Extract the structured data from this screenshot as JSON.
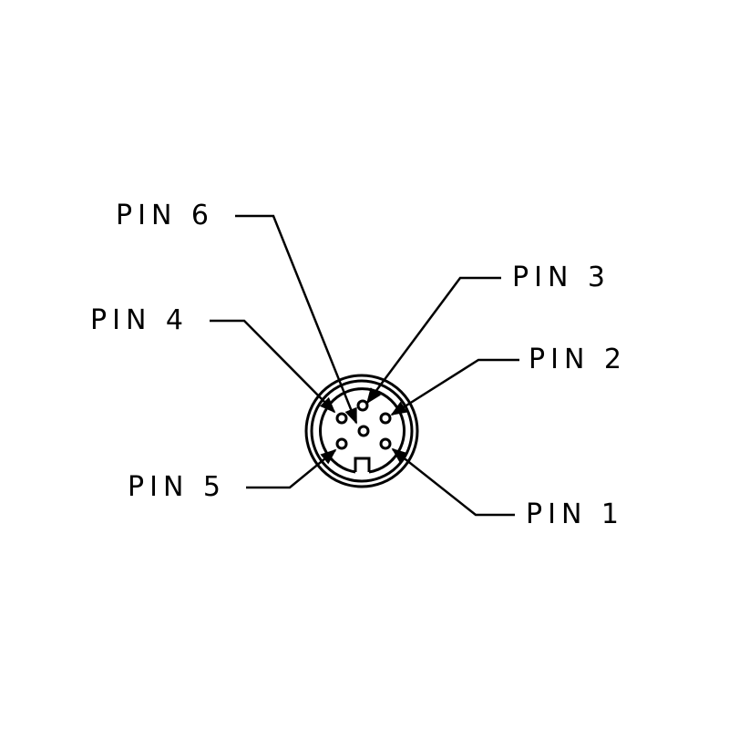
{
  "labels": {
    "pin1": "PIN 1",
    "pin2": "PIN 2",
    "pin3": "PIN 3",
    "pin4": "PIN 4",
    "pin5": "PIN 5",
    "pin6": "PIN 6"
  }
}
